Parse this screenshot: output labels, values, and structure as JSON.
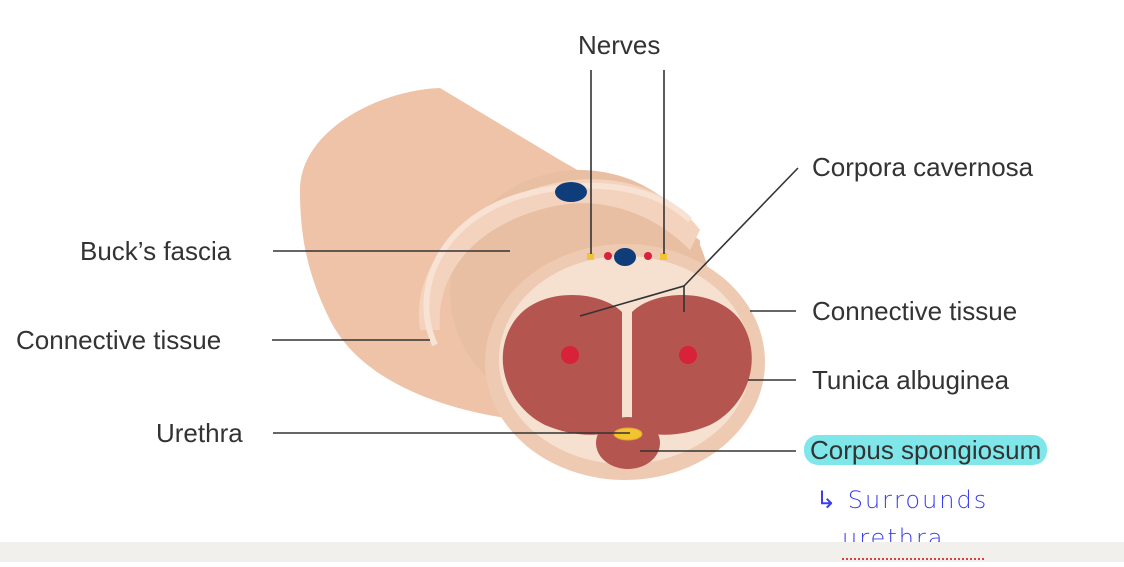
{
  "diagram": {
    "labels": {
      "nerves": "Nerves",
      "corpora_cavernosa": "Corpora cavernosa",
      "bucks_fascia": "Buck’s fascia",
      "connective_tissue_left": "Connective tissue",
      "connective_tissue_right": "Connective tissue",
      "tunica_albuginea": "Tunica albuginea",
      "urethra": "Urethra",
      "corpus_spongiosum": "Corpus spongiosum"
    },
    "annotation": {
      "line1": "↳ Surrounds",
      "line2": "urethra"
    },
    "colors": {
      "skin": "#eec3a8",
      "skin_dark": "#e5b196",
      "layer_light": "#f6dcc8",
      "erectile": "#b5554f",
      "artery": "#d8213a",
      "vein": "#0f3d7a",
      "nerve": "#f1c430",
      "leader": "#333333",
      "highlight": "#7fe6ea",
      "handwriting": "#3a3ef0"
    }
  }
}
